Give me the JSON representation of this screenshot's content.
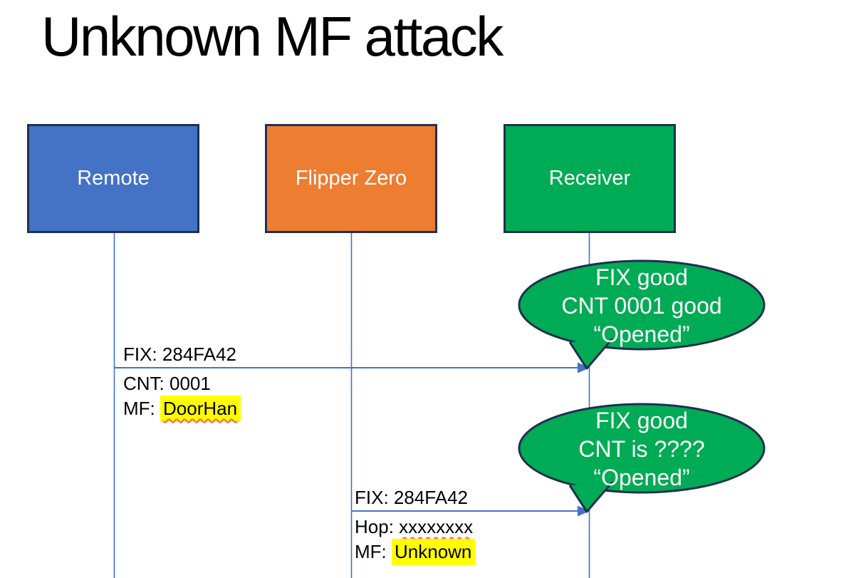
{
  "slide": {
    "title": "Unknown MF attack"
  },
  "actors": {
    "remote": {
      "label": "Remote",
      "fill": "#4472c4"
    },
    "flipper": {
      "label": "Flipper Zero",
      "fill": "#ed7d31"
    },
    "receiver": {
      "label": "Receiver",
      "fill": "#00ab55"
    }
  },
  "message1": {
    "fix": "FIX: 284FA42",
    "cnt": "CNT: 0001",
    "mf_prefix": "MF:",
    "mf_value": "DoorHan"
  },
  "message2": {
    "fix": "FIX: 284FA42",
    "hop_prefix": "Hop:",
    "hop_value": "xxxxxxxx",
    "mf_prefix": "MF:",
    "mf_value": "Unknown"
  },
  "callout1": {
    "line1": "FIX good",
    "line2": "CNT 0001 good",
    "line3": "“Opened”"
  },
  "callout2": {
    "line1": "FIX good",
    "line2": "CNT is ????",
    "line3": "“Opened”"
  },
  "colors": {
    "outline": "#1f3050",
    "connector_blue": "#4472c4",
    "callout_fill": "#00ab55",
    "highlight_yellow": "#ffff00",
    "spellcheck_red": "#ff5f4d",
    "title_black": "#000000",
    "label_white": "#ffffff"
  }
}
